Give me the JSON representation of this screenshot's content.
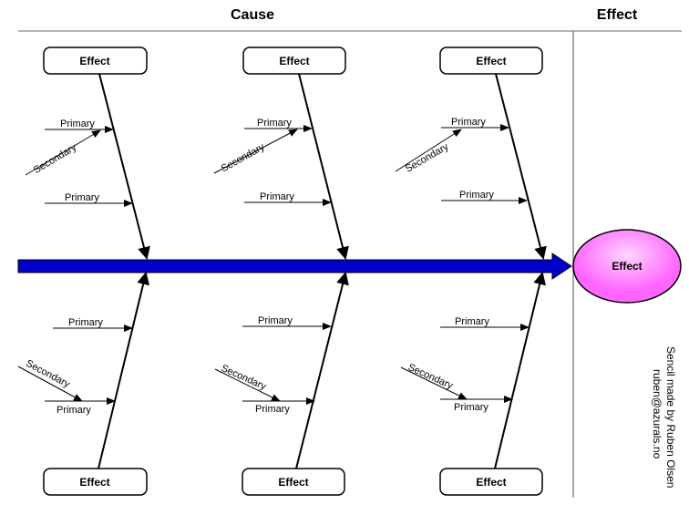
{
  "header": {
    "cause": "Cause",
    "effect": "Effect"
  },
  "top_boxes": [
    {
      "label": "Effect"
    },
    {
      "label": "Effect"
    },
    {
      "label": "Effect"
    }
  ],
  "bottom_boxes": [
    {
      "label": "Effect"
    },
    {
      "label": "Effect"
    },
    {
      "label": "Effect"
    }
  ],
  "head": {
    "label": "Effect",
    "fill": "#ff66ff",
    "fill_light": "#ffd6ff"
  },
  "spine": {
    "color": "#0000cc"
  },
  "branches": {
    "top": [
      {
        "primary_1": "Primary",
        "secondary": "Secondary",
        "primary_2": "Primary"
      },
      {
        "primary_1": "Primary",
        "secondary": "Secondary",
        "primary_2": "Primary"
      },
      {
        "primary_1": "Primary",
        "secondary": "Secondary",
        "primary_2": "Primary"
      }
    ],
    "bottom": [
      {
        "primary_1": "Primary",
        "secondary": "Secondary",
        "primary_2": "Primary"
      },
      {
        "primary_1": "Primary",
        "secondary": "Secondary",
        "primary_2": "Primary"
      },
      {
        "primary_1": "Primary",
        "secondary": "Secondary",
        "primary_2": "Primary"
      }
    ]
  },
  "credit": {
    "line1": "Sencil made by Ruben Olsen",
    "line2": "ruben@azurals.no"
  }
}
